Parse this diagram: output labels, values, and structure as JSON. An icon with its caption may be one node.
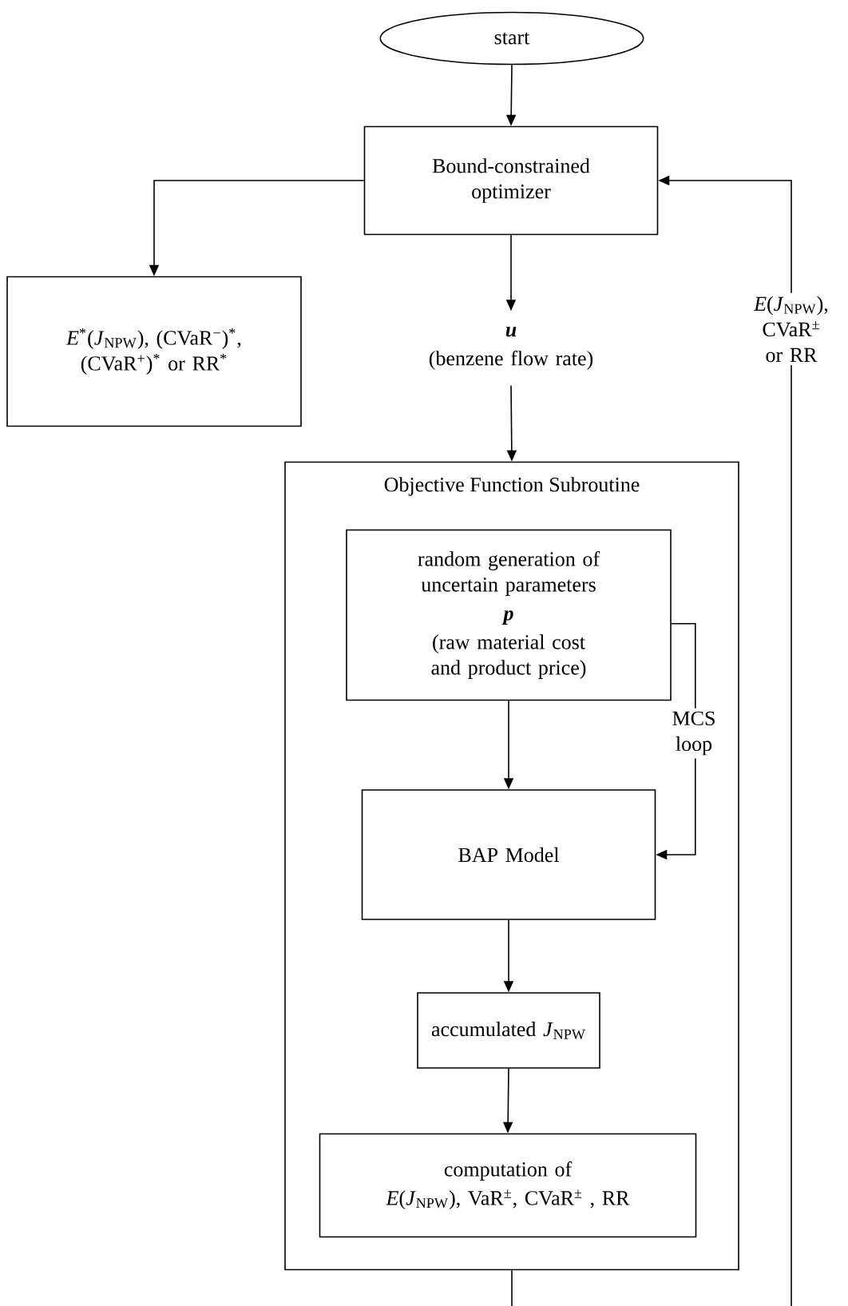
{
  "diagram": {
    "nodes": [
      {
        "text": [
          "start"
        ]
      },
      {
        "text": [
          "Bound-constrained optimizer"
        ]
      },
      {
        "text": [
          "*E*$^{*}$(*J*$_{NPW}$), (CVaR$^{−}$)$^{*}$, (CVaR$^{+}$)$^{*}$ or RR$^{*}$"
        ]
      },
      {
        "text": [
          "u",
          "(benzene flow rate)"
        ]
      },
      {
        "text": [
          "Objective Function Subroutine"
        ]
      },
      {
        "text": [
          "random generation of uncertain parameters",
          "p",
          "(raw material cost and product price)"
        ],
        "in": 4
      },
      {
        "text": [
          "BAP Model"
        ],
        "in": 4
      },
      {
        "text": [
          "accumulated *J*$_{NPW}$"
        ],
        "in": 4
      },
      {
        "text": [
          "computation of",
          "*E*(*J*$_{NPW}$), VaR$^{±}$, CVaR$^{±}$ , RR"
        ],
        "in": 4
      }
    ],
    "edges": [
      {
        "from": 0,
        "to": 1,
        "arrow": "to"
      },
      {
        "from": 1,
        "to": 2,
        "arrow": "to"
      },
      {
        "from": 1,
        "to": 3,
        "arrow": "to"
      },
      {
        "from": 3,
        "to": 4,
        "arrow": "to"
      },
      {
        "from": 5,
        "to": 6,
        "arrow": "to"
      },
      {
        "from": 5,
        "to": 6,
        "arrow": "to",
        "label": "MCS loop"
      },
      {
        "from": 6,
        "to": 7,
        "arrow": "to"
      },
      {
        "from": 7,
        "to": 8,
        "arrow": "to"
      },
      {
        "from": 4,
        "to": null,
        "arrow": "none"
      },
      {
        "from": null,
        "to": 1,
        "arrow": "to",
        "label": "*E*(*J*$_{NPW}$), CVaR$^{±}$ or RR"
      }
    ]
  }
}
